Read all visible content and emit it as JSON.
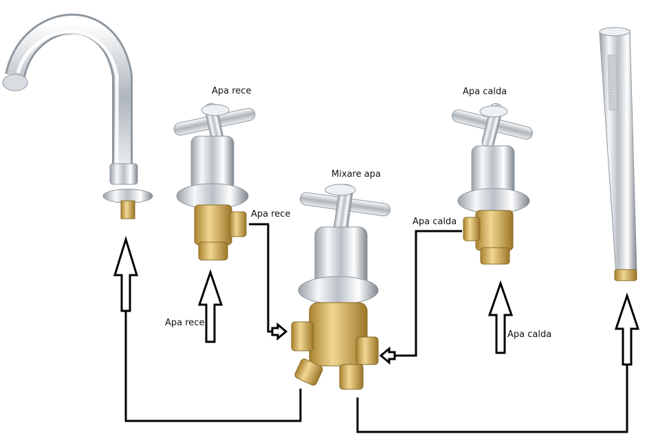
{
  "labels": {
    "cold_valve_top": "Apa rece",
    "cold_valve_outlet": "Apa rece",
    "cold_inlet": "Apa rece",
    "mixer_top": "Mixare apa",
    "hot_valve_top": "Apa calda",
    "hot_valve_outlet": "Apa calda",
    "hot_inlet": "Apa calda"
  },
  "colors": {
    "line": "#000000",
    "chrome_light": "#f4f6f8",
    "chrome_dark": "#8e969e",
    "brass_light": "#ecd08a",
    "brass_dark": "#a9822f"
  },
  "components": [
    "spout",
    "cold-valve",
    "mixer-valve",
    "hot-valve",
    "hand-shower"
  ]
}
